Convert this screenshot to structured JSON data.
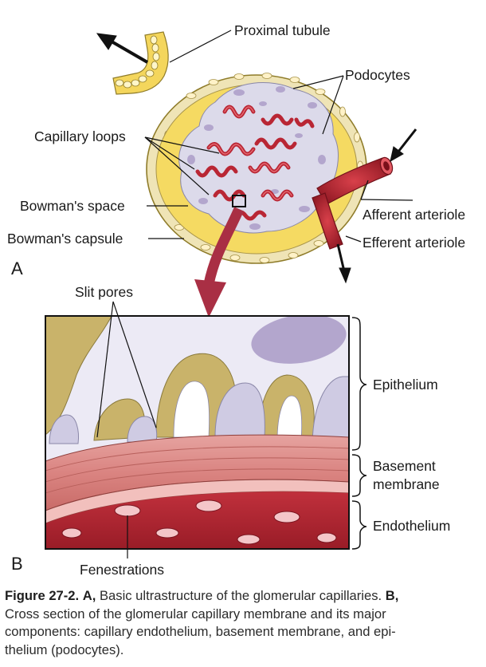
{
  "panel_a": {
    "panel_letter": "A",
    "labels": {
      "proximal_tubule": "Proximal tubule",
      "podocytes": "Podocytes",
      "capillary_loops": "Capillary loops",
      "bowmans_space": "Bowman's space",
      "bowmans_capsule": "Bowman's capsule",
      "afferent_arteriole": "Afferent arteriole",
      "efferent_arteriole": "Efferent arteriole"
    }
  },
  "panel_b": {
    "panel_letter": "B",
    "labels": {
      "slit_pores": "Slit pores",
      "epithelium": "Epithelium",
      "basement_membrane_line1": "Basement",
      "basement_membrane_line2": "membrane",
      "endothelium": "Endothelium",
      "fenestrations": "Fenestrations"
    }
  },
  "caption": {
    "figure_label": "Figure 27-2.",
    "a_marker": "A,",
    "b_marker": "B,",
    "line1_text": "Basic ultrastructure of the glomerular capillaries.",
    "line2": "Cross section of the glomerular capillary membrane and its major",
    "line3": "components: capillary endothelium, basement membrane, and epi-",
    "line4": "thelium (podocytes)."
  },
  "colors": {
    "yellow": "#f5da62",
    "capsule": "#eee3b4",
    "red": "#b92634",
    "lavender": "#dcdaea",
    "purple": "#b3a6cd",
    "olive": "#c9b36a",
    "basement": "#e49693"
  }
}
